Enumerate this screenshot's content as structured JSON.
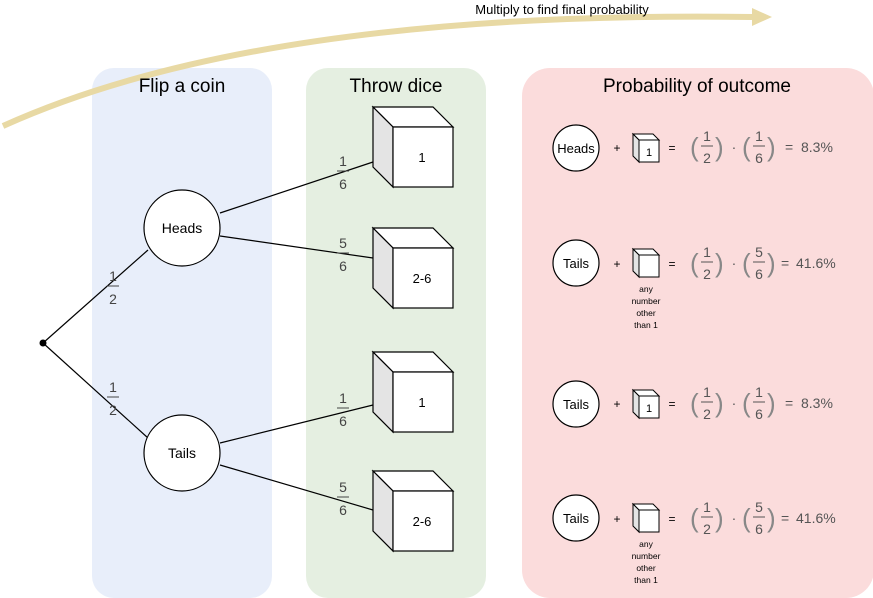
{
  "arrow_label": "Multiply to find final probability",
  "columns": {
    "coin": "Flip a coin",
    "dice": "Throw dice",
    "outcome": "Probability of outcome"
  },
  "coin_nodes": [
    "Heads",
    "Tails"
  ],
  "coin_prob": {
    "num": "1",
    "den": "2"
  },
  "dice_nodes": [
    {
      "label": "1",
      "prob_num": "1",
      "prob_den": "6"
    },
    {
      "label": "2-6",
      "prob_num": "5",
      "prob_den": "6"
    },
    {
      "label": "1",
      "prob_num": "1",
      "prob_den": "6"
    },
    {
      "label": "2-6",
      "prob_num": "5",
      "prob_den": "6"
    }
  ],
  "outcomes": [
    {
      "coin": "Heads",
      "die_face": "1",
      "die_note": [],
      "a_num": "1",
      "a_den": "2",
      "b_num": "1",
      "b_den": "6",
      "result": "8.3%"
    },
    {
      "coin": "Tails",
      "die_face": "",
      "die_note": [
        "any",
        "number",
        "other",
        "than 1"
      ],
      "a_num": "1",
      "a_den": "2",
      "b_num": "5",
      "b_den": "6",
      "result": "41.6%"
    },
    {
      "coin": "Tails",
      "die_face": "1",
      "die_note": [],
      "a_num": "1",
      "a_den": "2",
      "b_num": "1",
      "b_den": "6",
      "result": "8.3%"
    },
    {
      "coin": "Tails",
      "die_face": "",
      "die_note": [
        "any",
        "number",
        "other",
        "than 1"
      ],
      "a_num": "1",
      "a_den": "2",
      "b_num": "5",
      "b_den": "6",
      "result": "41.6%"
    }
  ],
  "symbols": {
    "plus": "+",
    "equals": "=",
    "dot": "·",
    "result_eq": "="
  },
  "colors": {
    "coin_bg": "#e8eefa",
    "dice_bg": "#e5efe1",
    "outcome_bg": "#fbdcdc",
    "arrow": "#e8d9a4",
    "math": "#555555"
  }
}
